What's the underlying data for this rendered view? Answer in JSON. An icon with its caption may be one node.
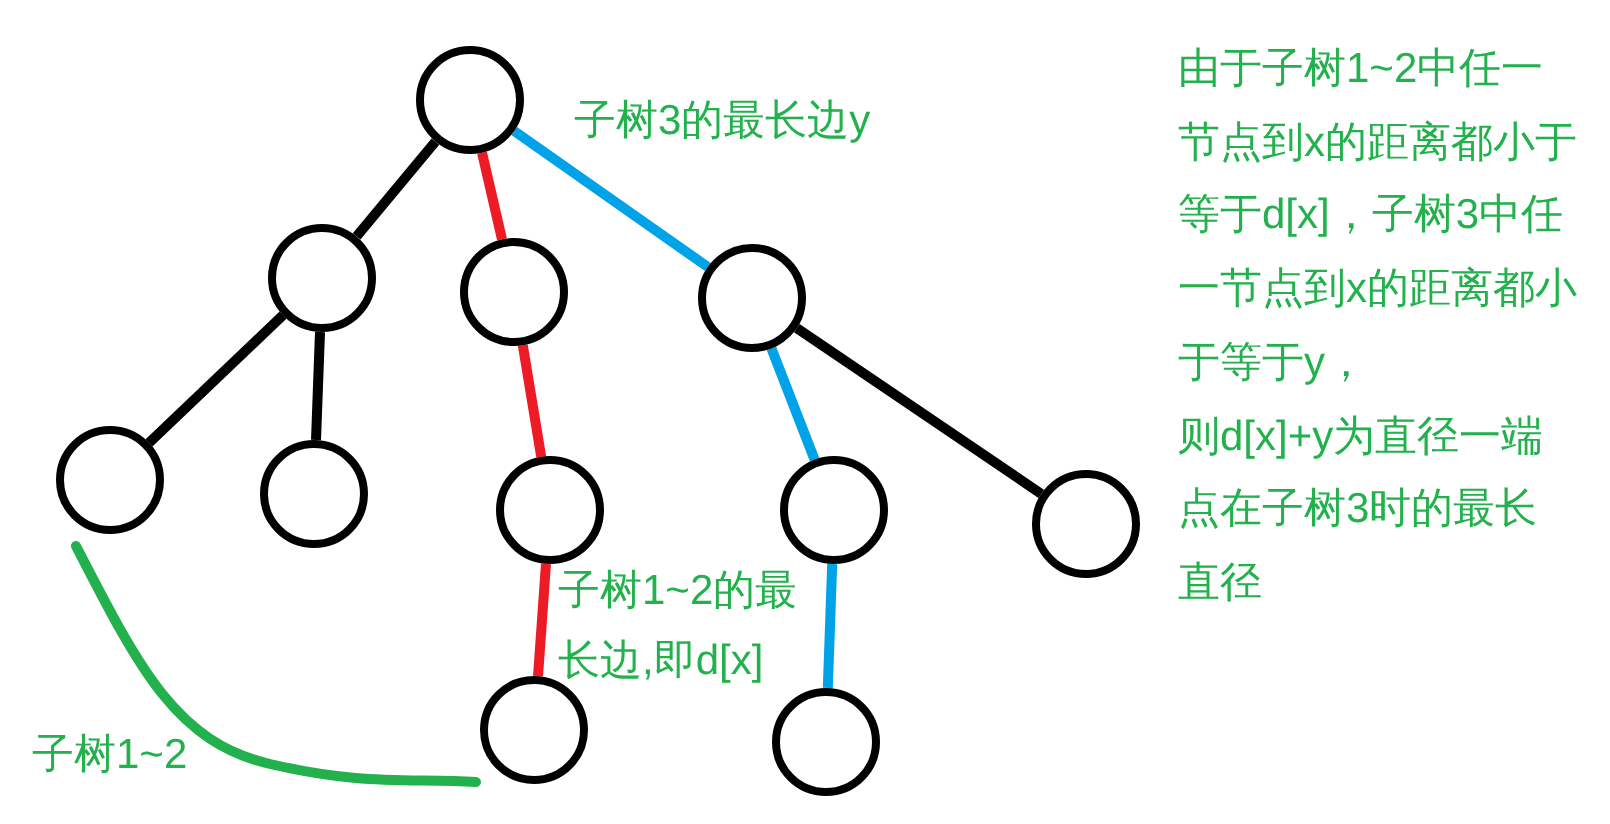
{
  "diagram": {
    "nodes": [
      {
        "text": [],
        "shape": "circle"
      },
      {
        "text": [],
        "shape": "circle"
      },
      {
        "text": [],
        "shape": "circle"
      },
      {
        "text": [],
        "shape": "circle"
      },
      {
        "text": [],
        "shape": "circle"
      },
      {
        "text": [],
        "shape": "circle"
      },
      {
        "text": [],
        "shape": "circle"
      },
      {
        "text": [],
        "shape": "circle"
      },
      {
        "text": [],
        "shape": "circle"
      },
      {
        "text": [],
        "shape": "circle"
      },
      {
        "text": [],
        "shape": "circle"
      }
    ],
    "edges": [
      {
        "from": 0,
        "to": 1,
        "arrow": "none"
      },
      {
        "from": 0,
        "to": 2,
        "arrow": "none",
        "color": "#ed1c24"
      },
      {
        "from": 0,
        "to": 3,
        "arrow": "none",
        "color": "#00a2e8"
      },
      {
        "from": 1,
        "to": 4,
        "arrow": "none"
      },
      {
        "from": 1,
        "to": 5,
        "arrow": "none"
      },
      {
        "from": 2,
        "to": 6,
        "arrow": "none",
        "color": "#ed1c24"
      },
      {
        "from": 3,
        "to": 7,
        "arrow": "none",
        "color": "#00a2e8"
      },
      {
        "from": 3,
        "to": 8,
        "arrow": "none"
      },
      {
        "from": 6,
        "to": 9,
        "arrow": "none",
        "color": "#ed1c24"
      },
      {
        "from": 7,
        "to": 10,
        "arrow": "none",
        "color": "#00a2e8"
      }
    ],
    "labels": [
      "子树3的最长边y",
      "子树1~2的最长边,即d[x]",
      "子树1~2",
      "由于子树1~2中任一节点到x的距离都小于等于d[x]，子树3中任一节点到x的距离都小于等于y，",
      "则d[x]+y为直径一端点在子树3时的最长直径"
    ]
  }
}
